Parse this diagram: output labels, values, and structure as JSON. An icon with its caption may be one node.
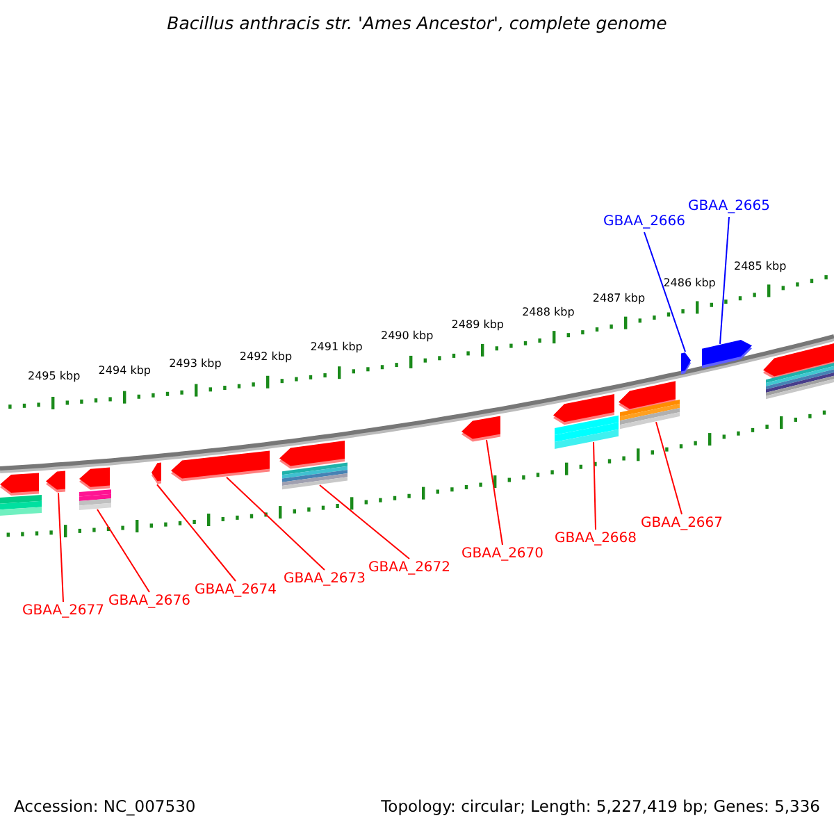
{
  "diagram": {
    "title": "Bacillus anthracis str. 'Ames Ancestor', complete genome",
    "nodes": [
      {
        "text": [
          "GBAA_2666"
        ]
      },
      {
        "text": [
          "GBAA_2665"
        ]
      },
      {
        "text": [
          "GBAA_2667"
        ]
      },
      {
        "text": [
          "GBAA_2668"
        ]
      },
      {
        "text": [
          "GBAA_2670"
        ]
      },
      {
        "text": [
          "GBAA_2672"
        ]
      },
      {
        "text": [
          "GBAA_2673"
        ]
      },
      {
        "text": [
          "GBAA_2674"
        ]
      },
      {
        "text": [
          "GBAA_2676"
        ]
      },
      {
        "text": [
          "GBAA_2677"
        ]
      },
      {
        "text": [],
        "shape": "arrow"
      },
      {
        "text": [],
        "shape": "arrow"
      },
      {
        "text": [],
        "shape": "arrow"
      },
      {
        "text": [],
        "shape": "arrow"
      },
      {
        "text": [],
        "shape": "arrow"
      },
      {
        "text": [],
        "shape": "arrow"
      },
      {
        "text": [],
        "shape": "arrow"
      },
      {
        "text": [],
        "shape": "arrow"
      },
      {
        "text": [],
        "shape": "arrow"
      },
      {
        "text": [],
        "shape": "arrow"
      }
    ],
    "edges": [
      {
        "from": 0,
        "to": 10,
        "arrow": "none",
        "color": "#0000ff"
      },
      {
        "from": 1,
        "to": 11,
        "arrow": "none",
        "color": "#0000ff"
      },
      {
        "from": 2,
        "to": 12,
        "arrow": "none"
      },
      {
        "from": 3,
        "to": 13,
        "arrow": "none"
      },
      {
        "from": 4,
        "to": 14,
        "arrow": "none"
      },
      {
        "from": 5,
        "to": 15,
        "arrow": "none"
      },
      {
        "from": 6,
        "to": 16,
        "arrow": "none"
      },
      {
        "from": 7,
        "to": 17,
        "arrow": "none"
      },
      {
        "from": 8,
        "to": 18,
        "arrow": "none"
      },
      {
        "from": 9,
        "to": 19,
        "arrow": "none"
      }
    ],
    "labels": [
      "2495 kbp",
      "2494 kbp",
      "2493 kbp",
      "2492 kbp",
      "2491 kbp",
      "2490 kbp",
      "2489 kbp",
      "2488 kbp",
      "2487 kbp",
      "2486 kbp",
      "2485 kbp",
      "Accession: NC_007530",
      "Topology: circular; Length: 5,227,419 bp; Genes: 5,336"
    ]
  }
}
